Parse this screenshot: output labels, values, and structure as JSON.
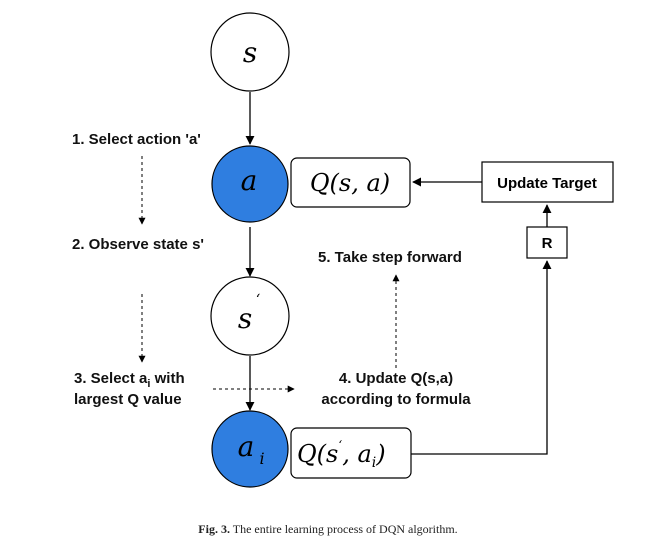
{
  "nodes": {
    "s": "s",
    "a": "a",
    "s_prime": "s",
    "s_prime_mark": "ʻ",
    "a_i": "a",
    "a_i_sub": "i"
  },
  "q_boxes": {
    "q_sa": "Q(s, a)",
    "q_prefix": "Q(s",
    "q_mark": "ʻ",
    "q_mid": ", a",
    "q_sub": "i",
    "q_end": ")"
  },
  "boxes": {
    "update_target": "Update Target",
    "reward": "R"
  },
  "steps": {
    "step1": "1. Select action 'a'",
    "step2": "2. Observe state s'",
    "step3_prefix": "3. Select a",
    "step3_sub": "i",
    "step3_suffix": " with",
    "step3_line2": "largest Q value",
    "step4_line1": "4. Update Q(s,a)",
    "step4_line2": "according to formula",
    "step5": "5. Take step forward"
  },
  "caption": {
    "label": "Fig. 3.",
    "text": " The entire learning process of DQN algorithm."
  },
  "colors": {
    "node_fill_active": "#2f7ee0",
    "node_fill_idle": "#ffffff",
    "stroke": "#000000"
  }
}
